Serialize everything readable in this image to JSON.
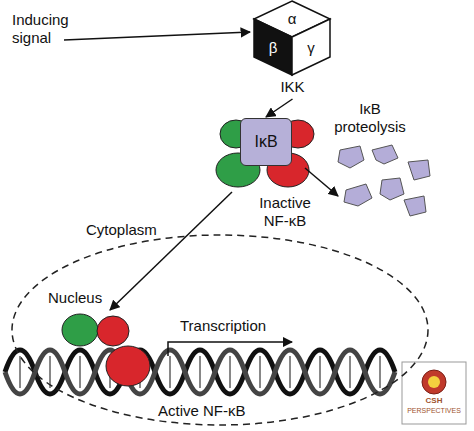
{
  "diagram": {
    "nodes": [
      {
        "text": [
          "α",
          "β",
          "γ",
          "IKK"
        ]
      },
      {
        "text": [
          "IκB"
        ]
      },
      {
        "text": [
          "Nucleus"
        ]
      }
    ],
    "edges": [
      {
        "from": 0,
        "to": 1,
        "arrow": "to"
      }
    ],
    "labels": [
      "Inducing signal",
      "IκB proteolysis",
      "Inactive NF-κB",
      "Cytoplasm",
      "Transcription",
      "Active NF-κB",
      "CSH",
      "PERSPECTIVES"
    ]
  }
}
